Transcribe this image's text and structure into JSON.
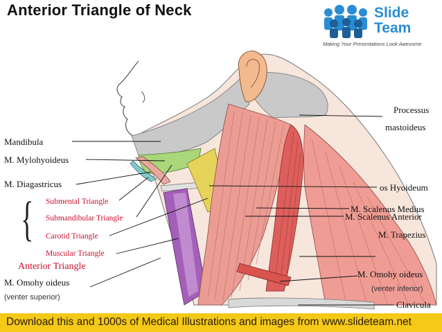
{
  "title": "Anterior Triangle of Neck",
  "logo": {
    "word1": "Slide",
    "word2": "Team",
    "tagline": "Making Your Presentations Look Awesome"
  },
  "labels_left": {
    "mandibula": "Mandibula",
    "mylohyoideus": "M. Mylohyoideus",
    "diagastricus": "M. Diagastricus",
    "submental": "Submental Triangle",
    "submandibular": "Submandibular Triangle",
    "carotid": "Carotid Triangle",
    "muscular": "Muscular Triangle",
    "anterior_triangle": "Anterior Triangle",
    "omohyoideus": "M. Omohy oideus",
    "venter_superior": "(venter superior)"
  },
  "labels_right": {
    "processus": "Processus",
    "mastoideus": "mastoideus",
    "hyoideum": "os Hyoideum",
    "scalenus_medius": "M. Scalenus Medius",
    "scalenus_anterior": "M. Scalenus Anterior",
    "trapezius": "M. Trapezius",
    "omohyoideus": "M. Omohy oideus",
    "venter_inferior": "(venter inferior)",
    "clavicula": "Clavicula"
  },
  "banner": "Download this and 1000s of Medical Illustrations and images from www.slideteam.net",
  "colors": {
    "banner": "#f4c918",
    "accent_red": "#c8102e",
    "logo_blue": "#2a8dd4"
  }
}
